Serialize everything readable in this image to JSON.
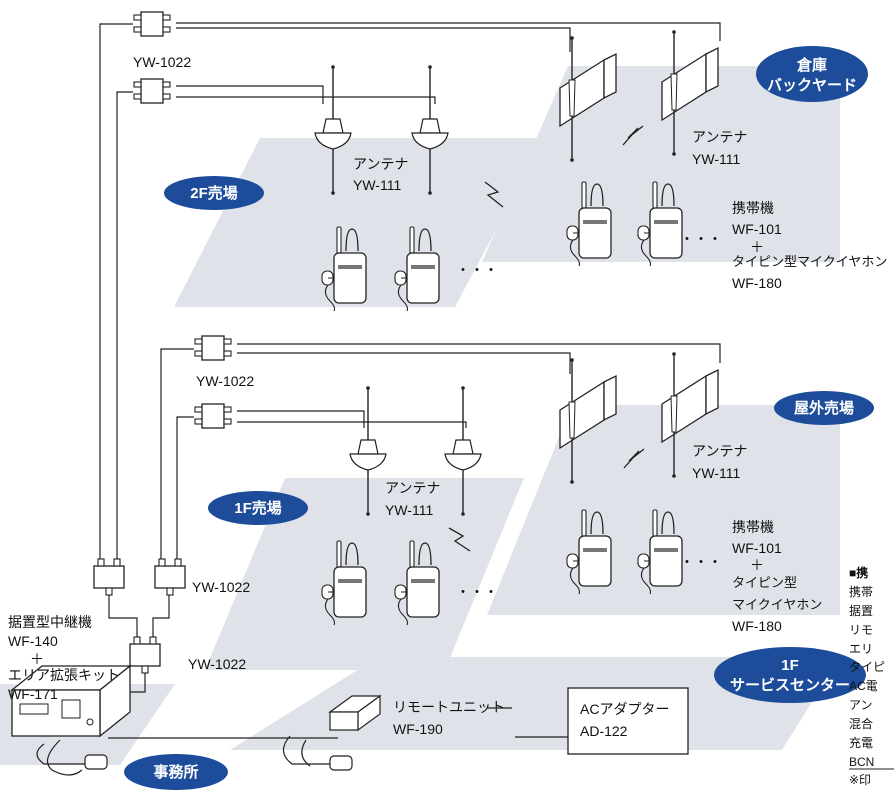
{
  "zones": {
    "warehouse": [
      "倉庫",
      "バックヤード"
    ],
    "floor2": "2F売場",
    "outdoor": "屋外売場",
    "floor1": "1F売場",
    "service": [
      "1F",
      "サービスセンター"
    ],
    "office": "事務所"
  },
  "labels": {
    "yw1022": "YW-1022",
    "antenna_name": "アンテナ",
    "antenna_model": "YW-111",
    "handset_name": "携帯機",
    "handset_model": "WF-101",
    "plus": "＋",
    "earphone_full": "タイピン型マイクイヤホン",
    "earphone_a": "タイピン型",
    "earphone_b": "マイクイヤホン",
    "earphone_model": "WF-180",
    "ellipsis": "・・・",
    "repeater_name": "据置型中継機",
    "repeater_model": "WF-140",
    "ext_kit_name": "エリア拡張キット",
    "ext_kit_model": "WF-171",
    "remote_name": "リモートユニット",
    "remote_model": "WF-190",
    "adapter_name": "ACアダプター",
    "adapter_model": "AD-122"
  },
  "legend": {
    "title": "■携",
    "items": [
      "携帯",
      "据置",
      "リモ",
      "エリ",
      "タイピ",
      "AC電",
      "アン",
      "混合",
      "充電",
      "BCN",
      "※印"
    ]
  },
  "colors": {
    "zone_badge": "#1d4c9a",
    "floor_area": "#dfe3e9",
    "line": "#222222"
  }
}
